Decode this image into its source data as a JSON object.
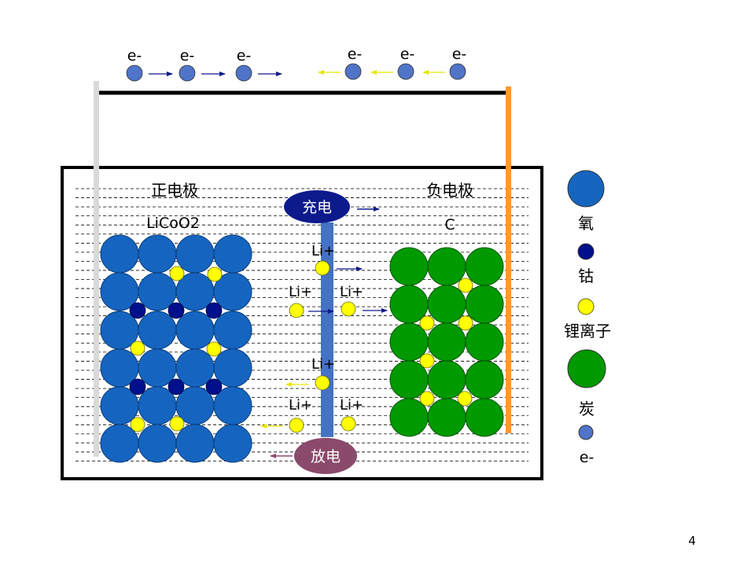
{
  "slide": {
    "page_number": "4"
  },
  "electrons": {
    "label": "e-",
    "left_group_count": 3,
    "right_group_count": 3
  },
  "electrodes": {
    "positive": {
      "title": "正电极",
      "formula": "LiCoO2"
    },
    "negative": {
      "title": "负电极",
      "formula": "C"
    }
  },
  "process": {
    "charge": "充电",
    "discharge": "放电"
  },
  "ions": {
    "label": "Li+"
  },
  "legend": {
    "items": [
      {
        "key": "oxygen",
        "label": "氧",
        "color": "#1565C0"
      },
      {
        "key": "cobalt",
        "label": "钴",
        "color": "#000F8C"
      },
      {
        "key": "lithium-ion",
        "label": "锂离子",
        "color": "#FFFF00"
      },
      {
        "key": "carbon",
        "label": "炭",
        "color": "#009900"
      },
      {
        "key": "electron",
        "label": "e-",
        "color": "#4F74C8"
      }
    ]
  },
  "colors": {
    "oxygen": "#1565C0",
    "cobalt": "#000F8C",
    "lithium": "#FFFF00",
    "carbon": "#009900",
    "electron": "#4F74C8",
    "separator": "#4472C4",
    "charge_bubble": "#0D1A8C",
    "discharge_bubble": "#8B4A6B",
    "charge_arrow": "#0D1A8C",
    "discharge_arrow_electron": "#E6E600",
    "discharge_arrow_button": "#8B4A6B",
    "left_lead": "#D9D9D9",
    "right_lead": "#FF9933"
  }
}
